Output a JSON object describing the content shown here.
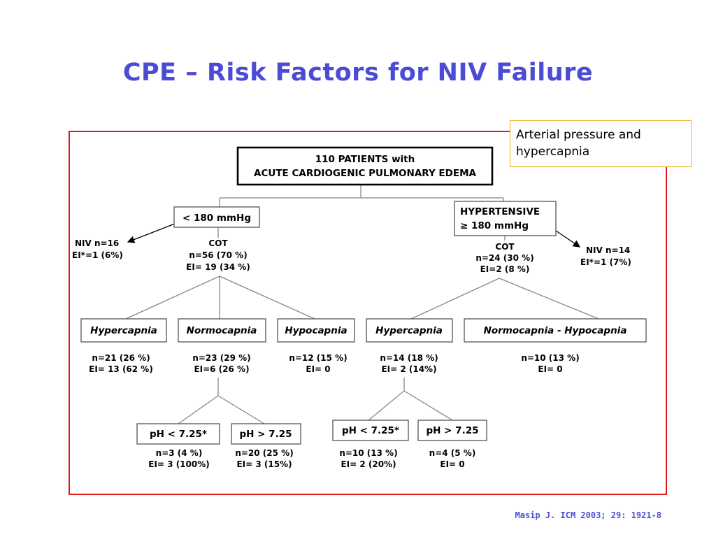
{
  "slide": {
    "title": "CPE – Risk Factors for NIV Failure",
    "callout": "Arterial pressure and hypercapnia",
    "citation": "Masip J. ICM 2003; 29: 1921-8"
  },
  "diagram": {
    "root": {
      "line1": "110  PATIENTS  with",
      "line2": "ACUTE CARDIOGENIC PULMONARY EDEMA"
    },
    "low_bp": {
      "label": "< 180 mmHg"
    },
    "high_bp": {
      "line1": "HYPERTENSIVE",
      "line2": "≥ 180 mmHg"
    },
    "left_niv": {
      "line1": "NIV n=16",
      "line2": "EI*=1 (6%)"
    },
    "left_cot": {
      "line1": "COT",
      "line2": "n=56  (70 %)",
      "line3": "EI= 19 (34 %)"
    },
    "right_cot": {
      "line1": "COT",
      "line2": "n=24  (30 %)",
      "line3": "EI=2  (8 %)"
    },
    "right_niv": {
      "line1": "NIV n=14",
      "line2": "EI*=1 (7%)"
    },
    "l_hyper": {
      "label": "Hypercapnia",
      "line1": "n=21 (26 %)",
      "line2": "EI= 13 (62 %)"
    },
    "l_normo": {
      "label": "Normocapnia",
      "line1": "n=23 (29 %)",
      "line2": "EI=6 (26 %)"
    },
    "l_hypo": {
      "label": "Hypocapnia",
      "line1": "n=12 (15 %)",
      "line2": "EI= 0"
    },
    "r_hyper": {
      "label": "Hypercapnia",
      "line1": "n=14 (18 %)",
      "line2": "EI= 2 (14%)"
    },
    "r_normohypo": {
      "label": "Normocapnia - Hypocapnia",
      "line1": "n=10 (13 %)",
      "line2": "EI= 0"
    },
    "l_ph_low": {
      "label": "pH < 7.25*",
      "line1": "n=3 (4 %)",
      "line2": "EI= 3 (100%)"
    },
    "l_ph_high": {
      "label": "pH > 7.25",
      "line1": "n=20 (25 %)",
      "line2": "EI= 3 (15%)"
    },
    "r_ph_low": {
      "label": "pH < 7.25*",
      "line1": "n=10 (13 %)",
      "line2": "EI= 2 (20%)"
    },
    "r_ph_high": {
      "label": "pH > 7.25",
      "line1": "n=4 (5 %)",
      "line2": "EI= 0"
    }
  },
  "colors": {
    "title": "#4b4bd6",
    "frame_border": "#e01a1a",
    "callout_border": "#f0b020"
  }
}
